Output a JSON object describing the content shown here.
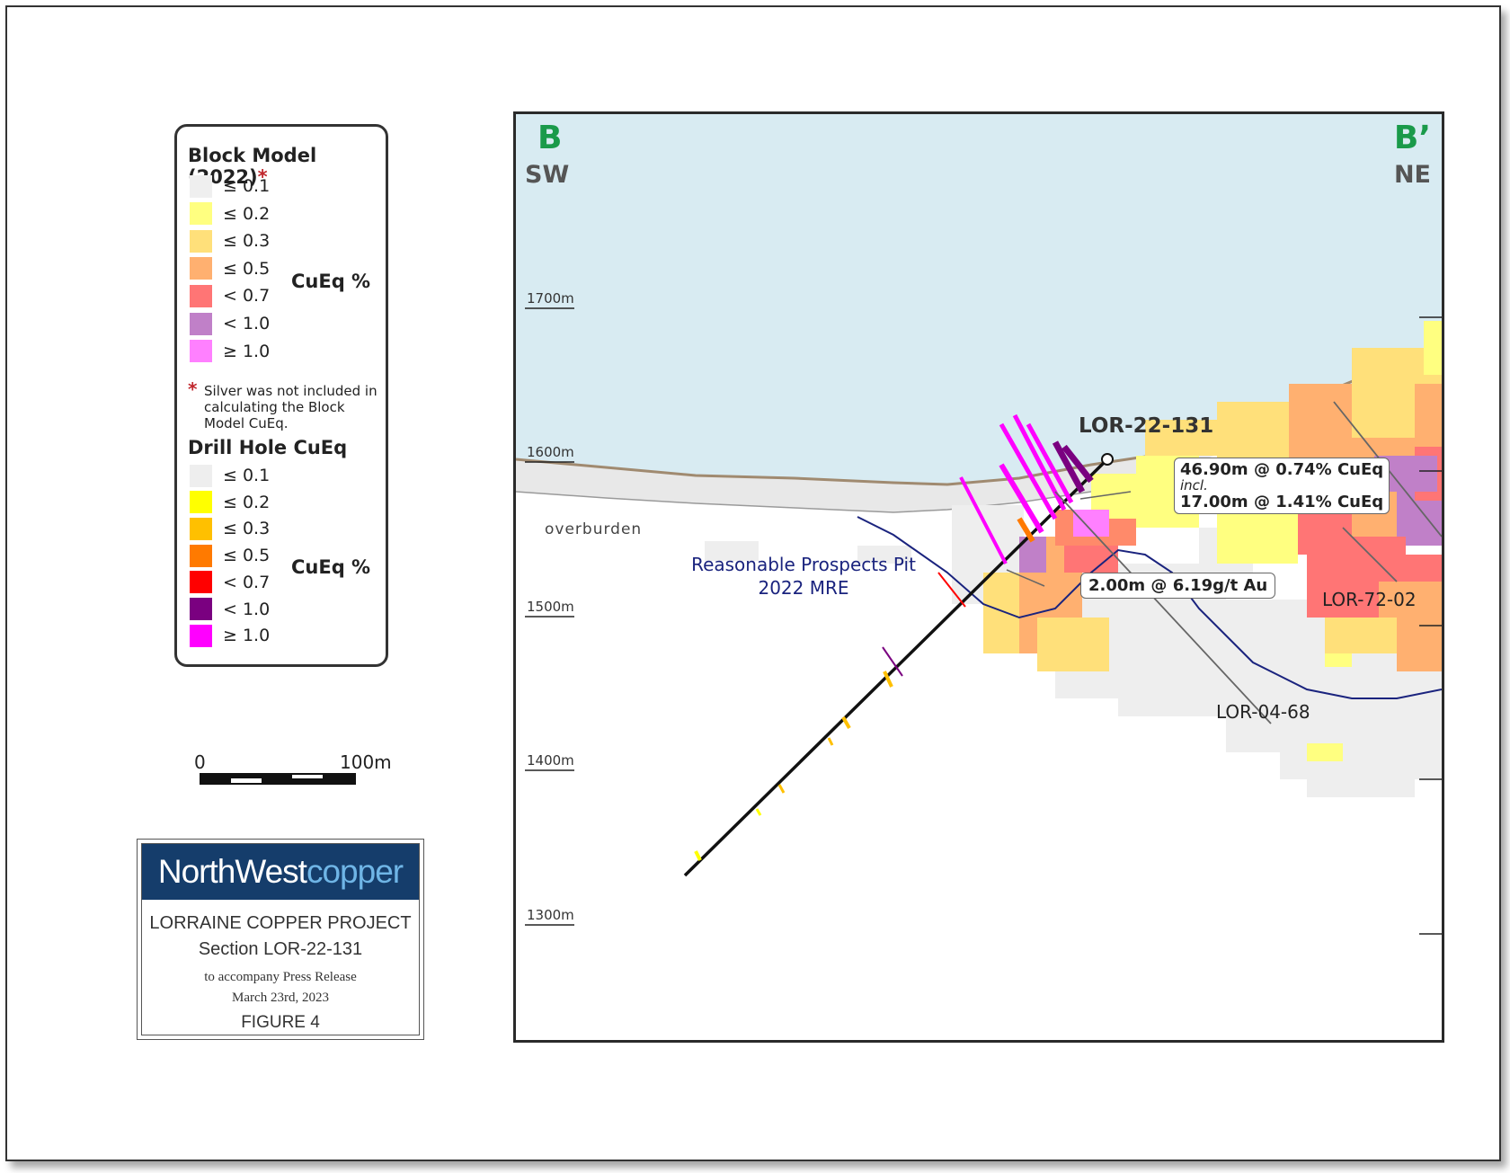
{
  "legend": {
    "block_model_title": "Block Model (2022)",
    "block_model_title_mark": "*",
    "block_model_items": [
      {
        "label": "≤ 0.1",
        "color": "#efefef"
      },
      {
        "label": "≤ 0.2",
        "color": "#ffff80"
      },
      {
        "label": "≤ 0.3",
        "color": "#ffe07a"
      },
      {
        "label": "≤ 0.5",
        "color": "#ffb070"
      },
      {
        "label": "< 0.7",
        "color": "#ff7575"
      },
      {
        "label": "< 1.0",
        "color": "#c080c8"
      },
      {
        "label": "≥ 1.0",
        "color": "#ff80ff"
      }
    ],
    "unit_label": "CuEq %",
    "note_mark": "*",
    "note": "Silver was not included in calculating the Block Model CuEq.",
    "drill_hole_title": "Drill Hole CuEq",
    "drill_hole_items": [
      {
        "label": "≤ 0.1",
        "color": "#eeeeee"
      },
      {
        "label": "≤ 0.2",
        "color": "#ffff00"
      },
      {
        "label": "≤ 0.3",
        "color": "#ffc000"
      },
      {
        "label": "≤ 0.5",
        "color": "#ff7a00"
      },
      {
        "label": "< 0.7",
        "color": "#ff0000"
      },
      {
        "label": "< 1.0",
        "color": "#7a0080"
      },
      {
        "label": "≥ 1.0",
        "color": "#ff00ff"
      }
    ]
  },
  "scale_bar": {
    "start_label": "0",
    "end_label": "100m"
  },
  "title_block": {
    "logo_part1": "NorthWest",
    "logo_part2": "copper",
    "project": "LORRAINE COPPER PROJECT",
    "section": "Section LOR-22-131",
    "accompany": "to accompany Press Release",
    "date": "March 23rd, 2023",
    "figure": "FIGURE 4"
  },
  "section": {
    "left_letter": "B",
    "right_letter": "B’",
    "left_dir": "SW",
    "right_dir": "NE",
    "elevations": [
      "1700m",
      "1600m",
      "1500m",
      "1400m",
      "1300m"
    ],
    "overburden_label": "overburden",
    "pit_label_1": "Reasonable Prospects Pit",
    "pit_label_2": "2022 MRE",
    "hole_main": "LOR-22-131",
    "intercept_1": "46.90m @ 0.74% CuEq",
    "intercept_incl": "incl.",
    "intercept_2": "17.00m @ 1.41% CuEq",
    "intercept_3": "2.00m @ 6.19g/t Au",
    "hole_2": "LOR-72-02",
    "hole_3": "LOR-04-68",
    "colors": {
      "sky": "#d8ebf2",
      "letters": "#1a9a4a",
      "pit": "#1a237e",
      "topo": "#a08a70"
    }
  }
}
